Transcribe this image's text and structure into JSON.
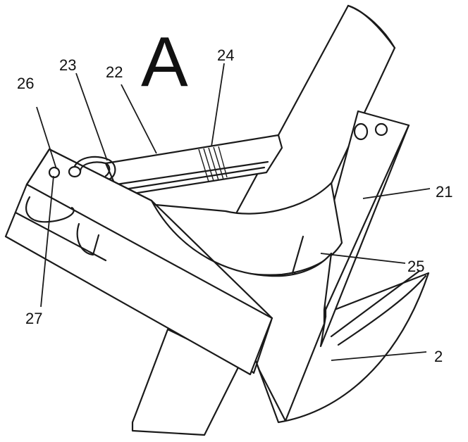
{
  "figure": {
    "view_letter": "A",
    "labels": {
      "l2": "2",
      "l21": "21",
      "l22": "22",
      "l23": "23",
      "l24": "24",
      "l25": "25",
      "l26": "26",
      "l27": "27"
    }
  }
}
